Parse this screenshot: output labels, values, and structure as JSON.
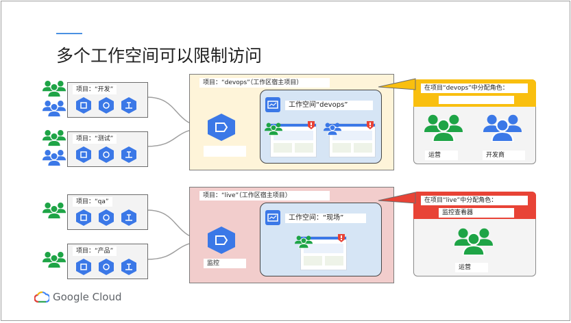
{
  "slide": {
    "title": "多个工作空间可以限制访问"
  },
  "top_section": {
    "projects": [
      {
        "label": "项目：“开发”"
      },
      {
        "label": "项目：“测试”"
      }
    ],
    "host_project_label": "项目：“devops”（工作区宿主项目）",
    "workspace_label": "工作空间“devops”",
    "monitor_label": "",
    "callout_text": "在项目“devops”中分配角色：",
    "callout_subtext": "",
    "roles": [
      {
        "label": "运营",
        "color": "#1ea446"
      },
      {
        "label": "开发商",
        "color": "#3b78e7"
      }
    ]
  },
  "bottom_section": {
    "projects": [
      {
        "label": "项目：“qa”"
      },
      {
        "label": "项目：“产品”"
      }
    ],
    "host_project_label": "项目：“live”（工作区宿主项目）",
    "workspace_label": "工作空间：“现场”",
    "monitor_label": "监控",
    "callout_text": "在项目“live”中分配角色：",
    "callout_subtext": "监控查看器",
    "roles": [
      {
        "label": "运营",
        "color": "#1ea446"
      }
    ]
  },
  "colors": {
    "green_people": "#1ea446",
    "blue_people": "#3b78e7",
    "hex_blue": "#3b78e7",
    "top_region_fill": "#fef4d9",
    "bottom_region_fill": "#f2cdcc",
    "workspace_fill": "#d6e5f5",
    "callout_yellow": "#f9bf0f",
    "callout_red": "#e84336"
  },
  "icons": [
    "people-group-icon",
    "compute-engine-icon",
    "kubernetes-engine-icon",
    "load-balancer-icon",
    "stackdriver-icon",
    "dashboard-icon",
    "alert-icon"
  ],
  "brand": {
    "logo_text": "Google Cloud"
  }
}
